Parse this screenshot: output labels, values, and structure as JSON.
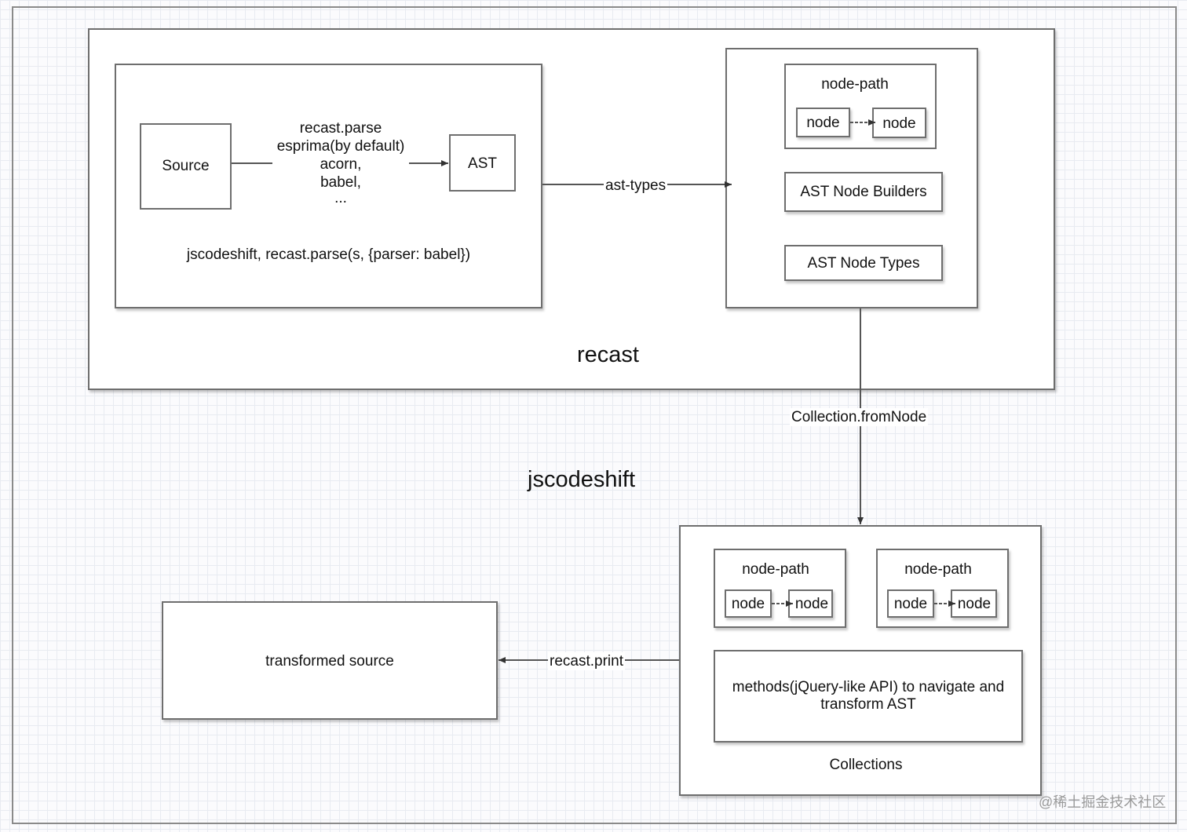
{
  "diagram": {
    "recast_group": {
      "title": "recast",
      "parse_box": {
        "source_label": "Source",
        "parser_lines": [
          "recast.parse",
          "esprima(by default)",
          "acorn,",
          "babel,",
          "..."
        ],
        "ast_label": "AST",
        "caption": "jscodeshift, recast.parse(s, {parser: babel})"
      },
      "ast_types_box": {
        "node_path_label": "node-path",
        "node_label_1": "node",
        "node_label_2": "node",
        "builders_label": "AST Node Builders",
        "types_label": "AST Node Types"
      }
    },
    "edges": {
      "ast_types": "ast-types",
      "collection_from_node": "Collection.fromNode",
      "recast_print": "recast.print"
    },
    "jscodeshift_title": "jscodeshift",
    "collections_box": {
      "node_path_a": {
        "label": "node-path",
        "node_1": "node",
        "node_2": "node"
      },
      "node_path_b": {
        "label": "node-path",
        "node_1": "node",
        "node_2": "node"
      },
      "methods_lines": [
        "methods(jQuery-like API)  to navigate and",
        "transform AST"
      ],
      "caption": "Collections"
    },
    "output_box": {
      "label": "transformed source"
    },
    "watermark": "@稀土掘金技术社区"
  }
}
